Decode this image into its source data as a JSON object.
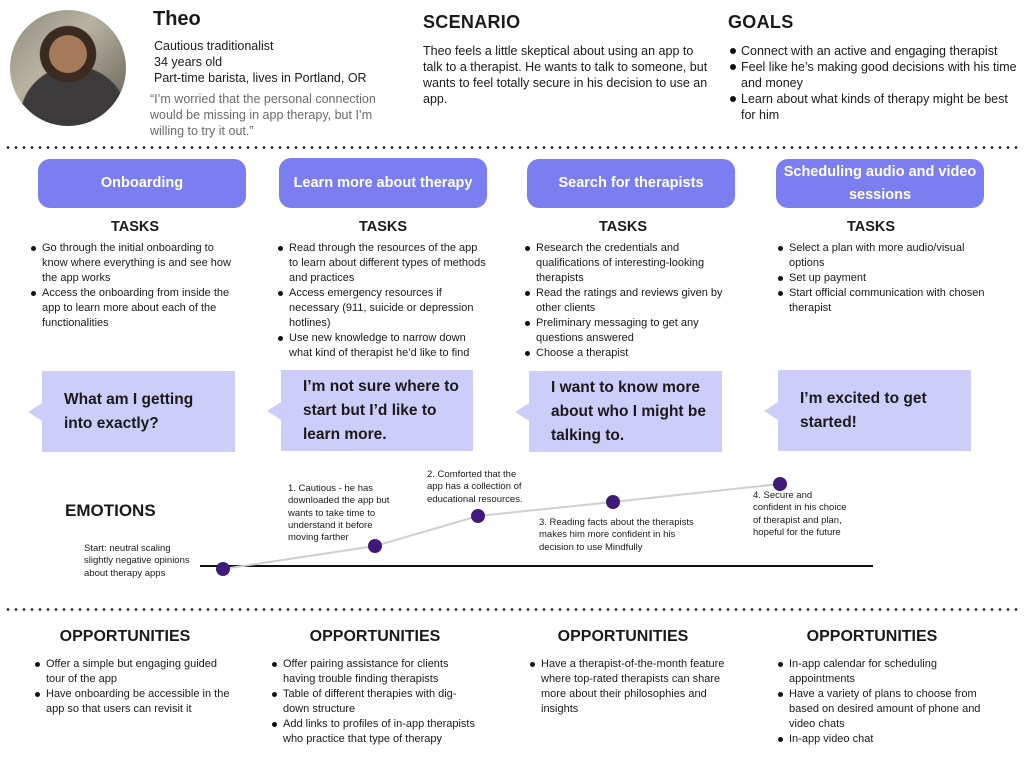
{
  "persona": {
    "name": "Theo",
    "lines": [
      "Cautious traditionalist",
      "34 years old",
      "Part-time barista, lives in Portland, OR"
    ],
    "quote": "“I’m worried that the personal connection would be missing in app therapy, but I’m willing to try it out.”"
  },
  "scenario": {
    "title": "SCENARIO",
    "text": "Theo feels a little skeptical about using an app to talk to a therapist. He wants to talk to someone, but wants to feel totally secure in his decision to use an app."
  },
  "goals": {
    "title": "GOALS",
    "items": [
      "Connect with an active and engaging therapist",
      "Feel like he’s making good decisions with his time and money",
      "Learn about what kinds of therapy might be best for him"
    ]
  },
  "stages": [
    {
      "title": "Onboarding",
      "tasks_title": "TASKS",
      "tasks": [
        "Go through the initial onboarding to know where everything is and see how the app works",
        "Access the onboarding from inside the app to learn more about each of the functionalities"
      ],
      "bubble": "What am I getting into exactly?",
      "opportunities_title": "OPPORTUNITIES",
      "opportunities": [
        "Offer a simple but engaging guided tour of the app",
        "Have onboarding be accessible in the app so that users can revisit it"
      ]
    },
    {
      "title": "Learn more about therapy",
      "tasks_title": "TASKS",
      "tasks": [
        "Read through the resources of the app to learn about different types of methods and practices",
        "Access emergency resources if necessary (911, suicide or depression hotlines)",
        "Use new knowledge to narrow down what kind of therapist he’d like to find"
      ],
      "bubble": "I’m not sure where to start but I’d like to learn more.",
      "opportunities_title": "OPPORTUNITIES",
      "opportunities": [
        "Offer pairing assistance for clients having trouble finding therapists",
        "Table of different therapies with dig-down structure",
        "Add links to profiles of in-app therapists who practice that type of therapy"
      ]
    },
    {
      "title": "Search for therapists",
      "tasks_title": "TASKS",
      "tasks": [
        "Research the credentials and qualifications of interesting-looking therapists",
        "Read the ratings and reviews given by other clients",
        "Preliminary messaging to get any questions answered",
        "Choose a therapist"
      ],
      "bubble": "I want to know more about who I might be talking to.",
      "opportunities_title": "OPPORTUNITIES",
      "opportunities": [
        "Have a therapist-of-the-month feature where top-rated therapists can share more about their philosophies and insights"
      ]
    },
    {
      "title": "Scheduling audio and video sessions",
      "tasks_title": "TASKS",
      "tasks": [
        "Select a plan with more audio/visual options",
        "Set up payment",
        "Start official communication with chosen therapist"
      ],
      "bubble": "I’m excited to get started!",
      "opportunities_title": "OPPORTUNITIES",
      "opportunities": [
        "In-app calendar for scheduling appointments",
        "Have a variety of plans to choose from based on desired amount of phone and video chats",
        "In-app video chat"
      ]
    }
  ],
  "emotions": {
    "title": "EMOTIONS",
    "notes": [
      "Start: neutral scaling slightly negative opinions about therapy apps",
      "1. Cautious - he has downloaded the app but wants to take time to understand it before moving farther",
      "2. Comforted that the app has a collection of educational resources.",
      "3. Reading facts about the therapists makes him more confident in his decision to use Mindfully",
      "4. Secure and confident in his choice of therapist and plan, hopeful for the future"
    ]
  },
  "colors": {
    "stage_pill": "#7b7ef0",
    "speech_bubble": "#cdcdfa",
    "emotion_point": "#3f1a7a",
    "emotion_line": "#cfcfcf"
  }
}
